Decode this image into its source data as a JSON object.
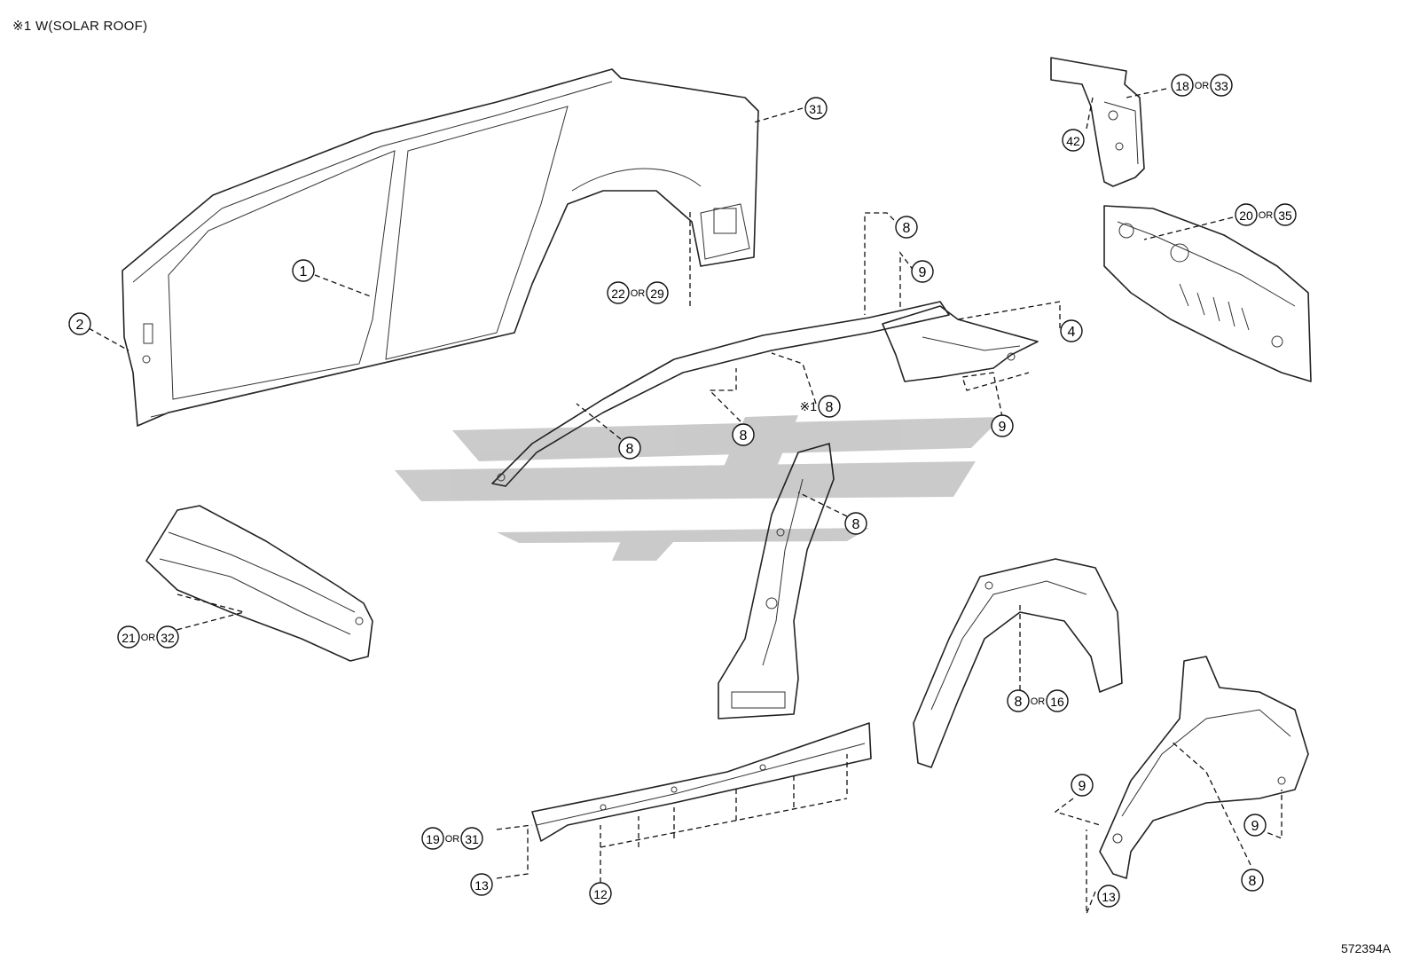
{
  "header_note": "※1 W(SOLAR ROOF)",
  "figure_code": "572394A",
  "callouts": [
    {
      "id": "c1",
      "parts": [
        "1"
      ]
    },
    {
      "id": "c2",
      "parts": [
        "2"
      ]
    },
    {
      "id": "c31a",
      "parts": [
        "31"
      ]
    },
    {
      "id": "c22",
      "parts": [
        "22",
        "29"
      ],
      "joiner": "OR"
    },
    {
      "id": "c18",
      "parts": [
        "18",
        "33"
      ],
      "joiner": "OR"
    },
    {
      "id": "c42",
      "parts": [
        "42"
      ]
    },
    {
      "id": "c20",
      "parts": [
        "20",
        "35"
      ],
      "joiner": "OR"
    },
    {
      "id": "c8a",
      "parts": [
        "8"
      ]
    },
    {
      "id": "c9a",
      "parts": [
        "9"
      ]
    },
    {
      "id": "c4",
      "parts": [
        "4"
      ]
    },
    {
      "id": "c8b",
      "parts": [
        "8"
      ],
      "prefix": "※1"
    },
    {
      "id": "c9b",
      "parts": [
        "9"
      ]
    },
    {
      "id": "c8c",
      "parts": [
        "8"
      ]
    },
    {
      "id": "c8d",
      "parts": [
        "8"
      ]
    },
    {
      "id": "c8e",
      "parts": [
        "8"
      ]
    },
    {
      "id": "c21",
      "parts": [
        "21",
        "32"
      ],
      "joiner": "OR"
    },
    {
      "id": "c8f",
      "parts": [
        "8",
        "16"
      ],
      "joiner": "OR"
    },
    {
      "id": "c19",
      "parts": [
        "19",
        "31"
      ],
      "joiner": "OR"
    },
    {
      "id": "c13a",
      "parts": [
        "13"
      ]
    },
    {
      "id": "c12",
      "parts": [
        "12"
      ]
    },
    {
      "id": "c9c",
      "parts": [
        "9"
      ]
    },
    {
      "id": "c9d",
      "parts": [
        "9"
      ]
    },
    {
      "id": "c13b",
      "parts": [
        "13"
      ]
    },
    {
      "id": "c8g",
      "parts": [
        "8"
      ]
    }
  ]
}
